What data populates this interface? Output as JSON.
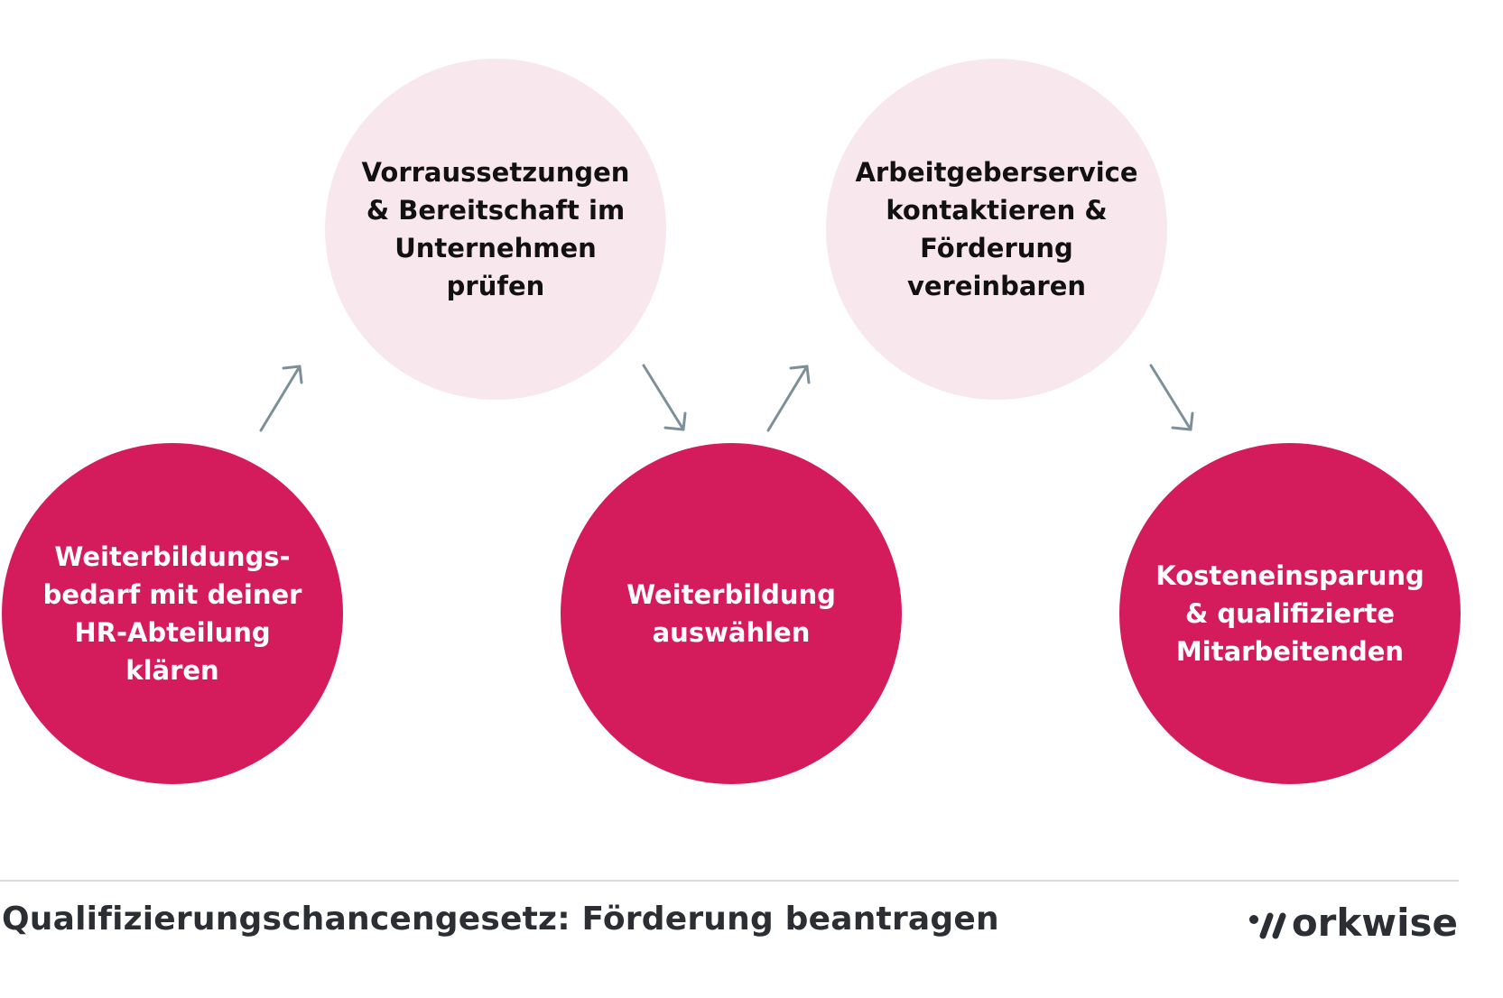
{
  "steps": [
    {
      "label": "Weiterbildungs-\nbedarf mit deiner\nHR-Abteilung klären",
      "style": "dark"
    },
    {
      "label": "Vorraussetzungen\n& Bereitschaft im\nUnternehmen prüfen",
      "style": "light"
    },
    {
      "label": "Weiterbildung\nauswählen",
      "style": "dark"
    },
    {
      "label": "Arbeitgeberservice\nkontaktieren &\nFörderung vereinbaren",
      "style": "light"
    },
    {
      "label": "Kosteneinsparung\n& qualifizierte\nMitarbeitenden",
      "style": "dark"
    }
  ],
  "colors": {
    "dark_circle": "#d41c5c",
    "light_circle": "#f9e7ee",
    "arrow": "#7d909a",
    "text_dark": "#2b2f33"
  },
  "footer": {
    "title": "Qualifizierungschancengesetz: Förderung beantragen",
    "logo_text": "orkwise"
  }
}
